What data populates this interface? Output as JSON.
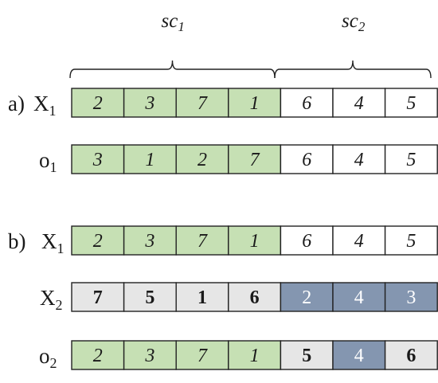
{
  "braces": [
    {
      "name": "sc-1",
      "base": "sc",
      "sub": "1"
    },
    {
      "name": "sc-2",
      "base": "sc",
      "sub": "2"
    }
  ],
  "rows": [
    {
      "name": "row-a-x1",
      "prefix": "a)",
      "base": "X",
      "sub": "1",
      "cells": [
        {
          "v": "2",
          "fill": "#c6e0b4",
          "style": "italic",
          "color": "#1a1a1a"
        },
        {
          "v": "3",
          "fill": "#c6e0b4",
          "style": "italic",
          "color": "#1a1a1a"
        },
        {
          "v": "7",
          "fill": "#c6e0b4",
          "style": "italic",
          "color": "#1a1a1a"
        },
        {
          "v": "1",
          "fill": "#c6e0b4",
          "style": "italic",
          "color": "#1a1a1a"
        },
        {
          "v": "6",
          "fill": "#ffffff",
          "style": "italic",
          "color": "#1a1a1a"
        },
        {
          "v": "4",
          "fill": "#ffffff",
          "style": "italic",
          "color": "#1a1a1a"
        },
        {
          "v": "5",
          "fill": "#ffffff",
          "style": "italic",
          "color": "#1a1a1a"
        }
      ]
    },
    {
      "name": "row-a-o1",
      "prefix": "",
      "base": "o",
      "sub": "1",
      "cells": [
        {
          "v": "3",
          "fill": "#c6e0b4",
          "style": "italic",
          "color": "#1a1a1a"
        },
        {
          "v": "1",
          "fill": "#c6e0b4",
          "style": "italic",
          "color": "#1a1a1a"
        },
        {
          "v": "2",
          "fill": "#c6e0b4",
          "style": "italic",
          "color": "#1a1a1a"
        },
        {
          "v": "7",
          "fill": "#c6e0b4",
          "style": "italic",
          "color": "#1a1a1a"
        },
        {
          "v": "6",
          "fill": "#ffffff",
          "style": "italic",
          "color": "#1a1a1a"
        },
        {
          "v": "4",
          "fill": "#ffffff",
          "style": "italic",
          "color": "#1a1a1a"
        },
        {
          "v": "5",
          "fill": "#ffffff",
          "style": "italic",
          "color": "#1a1a1a"
        }
      ]
    },
    {
      "name": "row-b-x1",
      "prefix": "b)",
      "base": "X",
      "sub": "1",
      "cells": [
        {
          "v": "2",
          "fill": "#c6e0b4",
          "style": "italic",
          "color": "#1a1a1a"
        },
        {
          "v": "3",
          "fill": "#c6e0b4",
          "style": "italic",
          "color": "#1a1a1a"
        },
        {
          "v": "7",
          "fill": "#c6e0b4",
          "style": "italic",
          "color": "#1a1a1a"
        },
        {
          "v": "1",
          "fill": "#c6e0b4",
          "style": "italic",
          "color": "#1a1a1a"
        },
        {
          "v": "6",
          "fill": "#ffffff",
          "style": "italic",
          "color": "#1a1a1a"
        },
        {
          "v": "4",
          "fill": "#ffffff",
          "style": "italic",
          "color": "#1a1a1a"
        },
        {
          "v": "5",
          "fill": "#ffffff",
          "style": "italic",
          "color": "#1a1a1a"
        }
      ]
    },
    {
      "name": "row-b-x2",
      "prefix": "",
      "base": "X",
      "sub": "2",
      "cells": [
        {
          "v": "7",
          "fill": "#e6e6e6",
          "style": "bold",
          "color": "#1a1a1a"
        },
        {
          "v": "5",
          "fill": "#e6e6e6",
          "style": "bold",
          "color": "#1a1a1a"
        },
        {
          "v": "1",
          "fill": "#e6e6e6",
          "style": "bold",
          "color": "#1a1a1a"
        },
        {
          "v": "6",
          "fill": "#e6e6e6",
          "style": "bold",
          "color": "#1a1a1a"
        },
        {
          "v": "2",
          "fill": "#8496b0",
          "style": "normal",
          "color": "#ffffff"
        },
        {
          "v": "4",
          "fill": "#8496b0",
          "style": "normal",
          "color": "#ffffff"
        },
        {
          "v": "3",
          "fill": "#8496b0",
          "style": "normal",
          "color": "#ffffff"
        }
      ]
    },
    {
      "name": "row-b-o2",
      "prefix": "",
      "base": "o",
      "sub": "2",
      "cells": [
        {
          "v": "2",
          "fill": "#c6e0b4",
          "style": "italic",
          "color": "#1a1a1a"
        },
        {
          "v": "3",
          "fill": "#c6e0b4",
          "style": "italic",
          "color": "#1a1a1a"
        },
        {
          "v": "7",
          "fill": "#c6e0b4",
          "style": "italic",
          "color": "#1a1a1a"
        },
        {
          "v": "1",
          "fill": "#c6e0b4",
          "style": "italic",
          "color": "#1a1a1a"
        },
        {
          "v": "5",
          "fill": "#e6e6e6",
          "style": "bold",
          "color": "#1a1a1a"
        },
        {
          "v": "4",
          "fill": "#8496b0",
          "style": "normal",
          "color": "#ffffff"
        },
        {
          "v": "6",
          "fill": "#e6e6e6",
          "style": "bold",
          "color": "#1a1a1a"
        }
      ]
    }
  ]
}
